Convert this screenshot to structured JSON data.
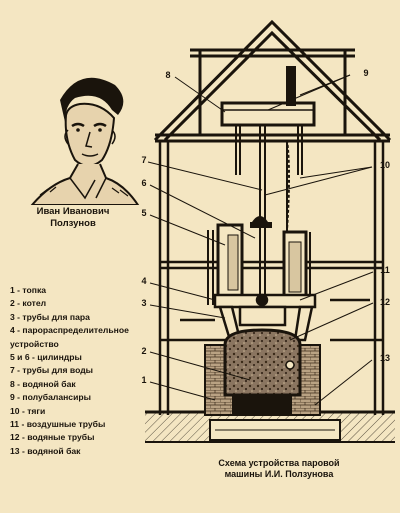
{
  "portrait": {
    "name_line1": "Иван Иванович",
    "name_line2": "Ползунов"
  },
  "legend": [
    {
      "number": "1",
      "text": "топка"
    },
    {
      "number": "2",
      "text": "котел"
    },
    {
      "number": "3",
      "text": "трубы для пара"
    },
    {
      "number": "4",
      "text": "парораспределительное устройство"
    },
    {
      "number": "5 и 6",
      "text": "цилиндры"
    },
    {
      "number": "7",
      "text": "трубы для воды"
    },
    {
      "number": "8",
      "text": "водяной бак"
    },
    {
      "number": "9",
      "text": "полубалансиры"
    },
    {
      "number": "10",
      "text": "тяги"
    },
    {
      "number": "11",
      "text": "воздушные трубы"
    },
    {
      "number": "12",
      "text": "водяные трубы"
    },
    {
      "number": "13",
      "text": "водяной бак"
    }
  ],
  "diagram": {
    "caption_line1": "Схема устройства паровой",
    "caption_line2": "машины И.И. Ползунова",
    "callouts_left": [
      "8",
      "7",
      "6",
      "5",
      "4",
      "3",
      "2",
      "1"
    ],
    "callouts_right": [
      "9",
      "10",
      "11",
      "12",
      "13"
    ]
  },
  "colors": {
    "paper": "#f4e6c2",
    "ink": "#1a140c",
    "boiler_fill": "#8a7560",
    "brick": "#b9a283"
  }
}
